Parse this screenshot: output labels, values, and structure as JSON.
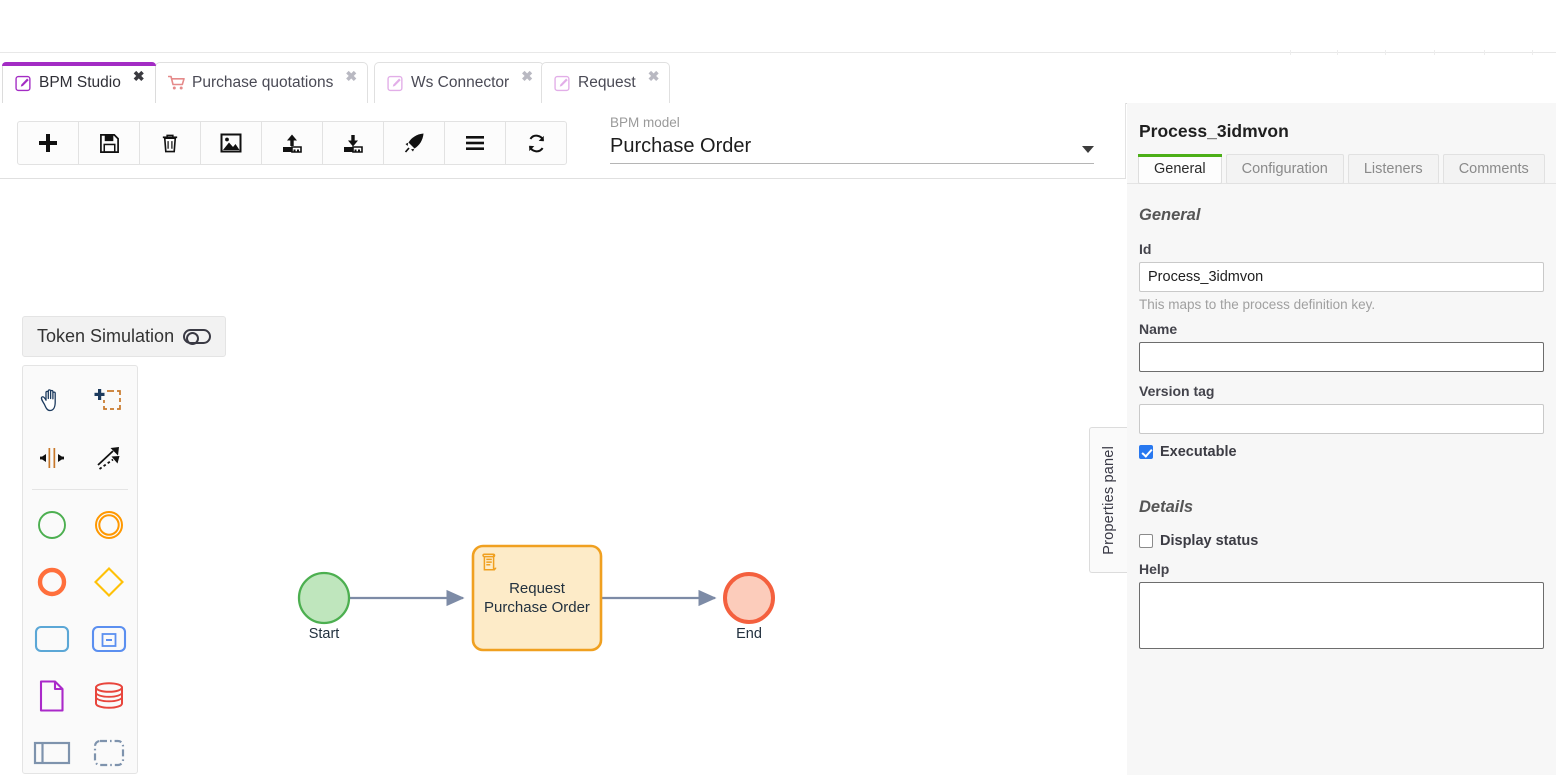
{
  "tabs": [
    {
      "label": "BPM Studio",
      "icon": "pencil-square-icon",
      "active": true,
      "close": "✖"
    },
    {
      "label": "Purchase quotations",
      "icon": "shopping-cart-icon",
      "active": false,
      "close": "✖"
    },
    {
      "label": "Ws Connector",
      "icon": "pencil-square-icon",
      "active": false,
      "close": "✖"
    },
    {
      "label": "Request",
      "icon": "pencil-square-icon",
      "active": false,
      "close": "✖"
    }
  ],
  "toolbar": {
    "buttons": [
      {
        "name": "new-button",
        "icon": "plus-icon"
      },
      {
        "name": "save-button",
        "icon": "floppy-disk-icon"
      },
      {
        "name": "delete-button",
        "icon": "trash-icon"
      },
      {
        "name": "export-image-button",
        "icon": "image-icon"
      },
      {
        "name": "upload-button",
        "icon": "upload-icon"
      },
      {
        "name": "download-button",
        "icon": "download-icon"
      },
      {
        "name": "deploy-button",
        "icon": "rocket-icon"
      },
      {
        "name": "menu-button",
        "icon": "hamburger-icon"
      },
      {
        "name": "refresh-button",
        "icon": "refresh-icon"
      }
    ]
  },
  "model_select": {
    "label": "BPM model",
    "value": "Purchase Order",
    "caret": "chevron-down-icon"
  },
  "token_simulation": {
    "label": "Token Simulation",
    "toggle_state": "off"
  },
  "palette": {
    "tools": [
      {
        "name": "hand-tool",
        "icon": "hand-icon"
      },
      {
        "name": "lasso-tool",
        "icon": "lasso-select-icon"
      },
      {
        "name": "space-tool",
        "icon": "space-arrows-icon"
      },
      {
        "name": "connect-tool",
        "icon": "connection-arrows-icon"
      }
    ],
    "shapes": [
      {
        "name": "start-event-tool",
        "icon": "start-event-icon",
        "color": "#4caf50"
      },
      {
        "name": "intermediate-event-tool",
        "icon": "intermediate-event-icon",
        "color": "#ff9800"
      },
      {
        "name": "end-event-tool",
        "icon": "end-event-icon",
        "color": "#ff6f3c"
      },
      {
        "name": "gateway-tool",
        "icon": "gateway-diamond-icon",
        "color": "#ffc107"
      },
      {
        "name": "task-tool",
        "icon": "task-rect-icon",
        "color": "#5ba7d6"
      },
      {
        "name": "subprocess-tool",
        "icon": "subprocess-icon",
        "color": "#5b8ff0"
      },
      {
        "name": "data-object-tool",
        "icon": "data-object-icon",
        "color": "#aa29c9"
      },
      {
        "name": "data-store-tool",
        "icon": "data-store-icon",
        "color": "#e8453c"
      },
      {
        "name": "pool-tool",
        "icon": "pool-icon",
        "color": "#7e93ad"
      },
      {
        "name": "group-tool",
        "icon": "group-dashed-icon",
        "color": "#7e93ad"
      }
    ]
  },
  "diagram": {
    "elements": [
      {
        "type": "start-event",
        "label": "Start",
        "fill": "#bfe6bd",
        "stroke": "#4caf50"
      },
      {
        "type": "script-task",
        "label": "Request\nPurchase Order",
        "line1": "Request",
        "line2": "Purchase Order",
        "fill": "#fdebc8",
        "stroke": "#f0a020",
        "task_icon": "script-task-icon"
      },
      {
        "type": "end-event",
        "label": "End",
        "fill": "#fcccbb",
        "stroke": "#f4603e"
      }
    ],
    "connections": [
      {
        "type": "sequence-flow",
        "from": "Start",
        "to": "Request Purchase Order"
      },
      {
        "type": "sequence-flow",
        "from": "Request Purchase Order",
        "to": "End"
      }
    ]
  },
  "properties_tab": {
    "label": "Properties panel"
  },
  "properties": {
    "title": "Process_3idmvon",
    "tabs": [
      {
        "label": "General",
        "active": true
      },
      {
        "label": "Configuration",
        "active": false
      },
      {
        "label": "Listeners",
        "active": false
      },
      {
        "label": "Comments",
        "active": false
      }
    ],
    "general": {
      "section_title": "General",
      "id_label": "Id",
      "id_value": "Process_3idmvon",
      "id_hint": "This maps to the process definition key.",
      "name_label": "Name",
      "name_value": "",
      "version_tag_label": "Version tag",
      "version_tag_value": "",
      "executable_label": "Executable",
      "executable_checked": true
    },
    "details": {
      "section_title": "Details",
      "display_status_label": "Display status",
      "display_status_checked": false,
      "help_label": "Help",
      "help_value": ""
    }
  }
}
